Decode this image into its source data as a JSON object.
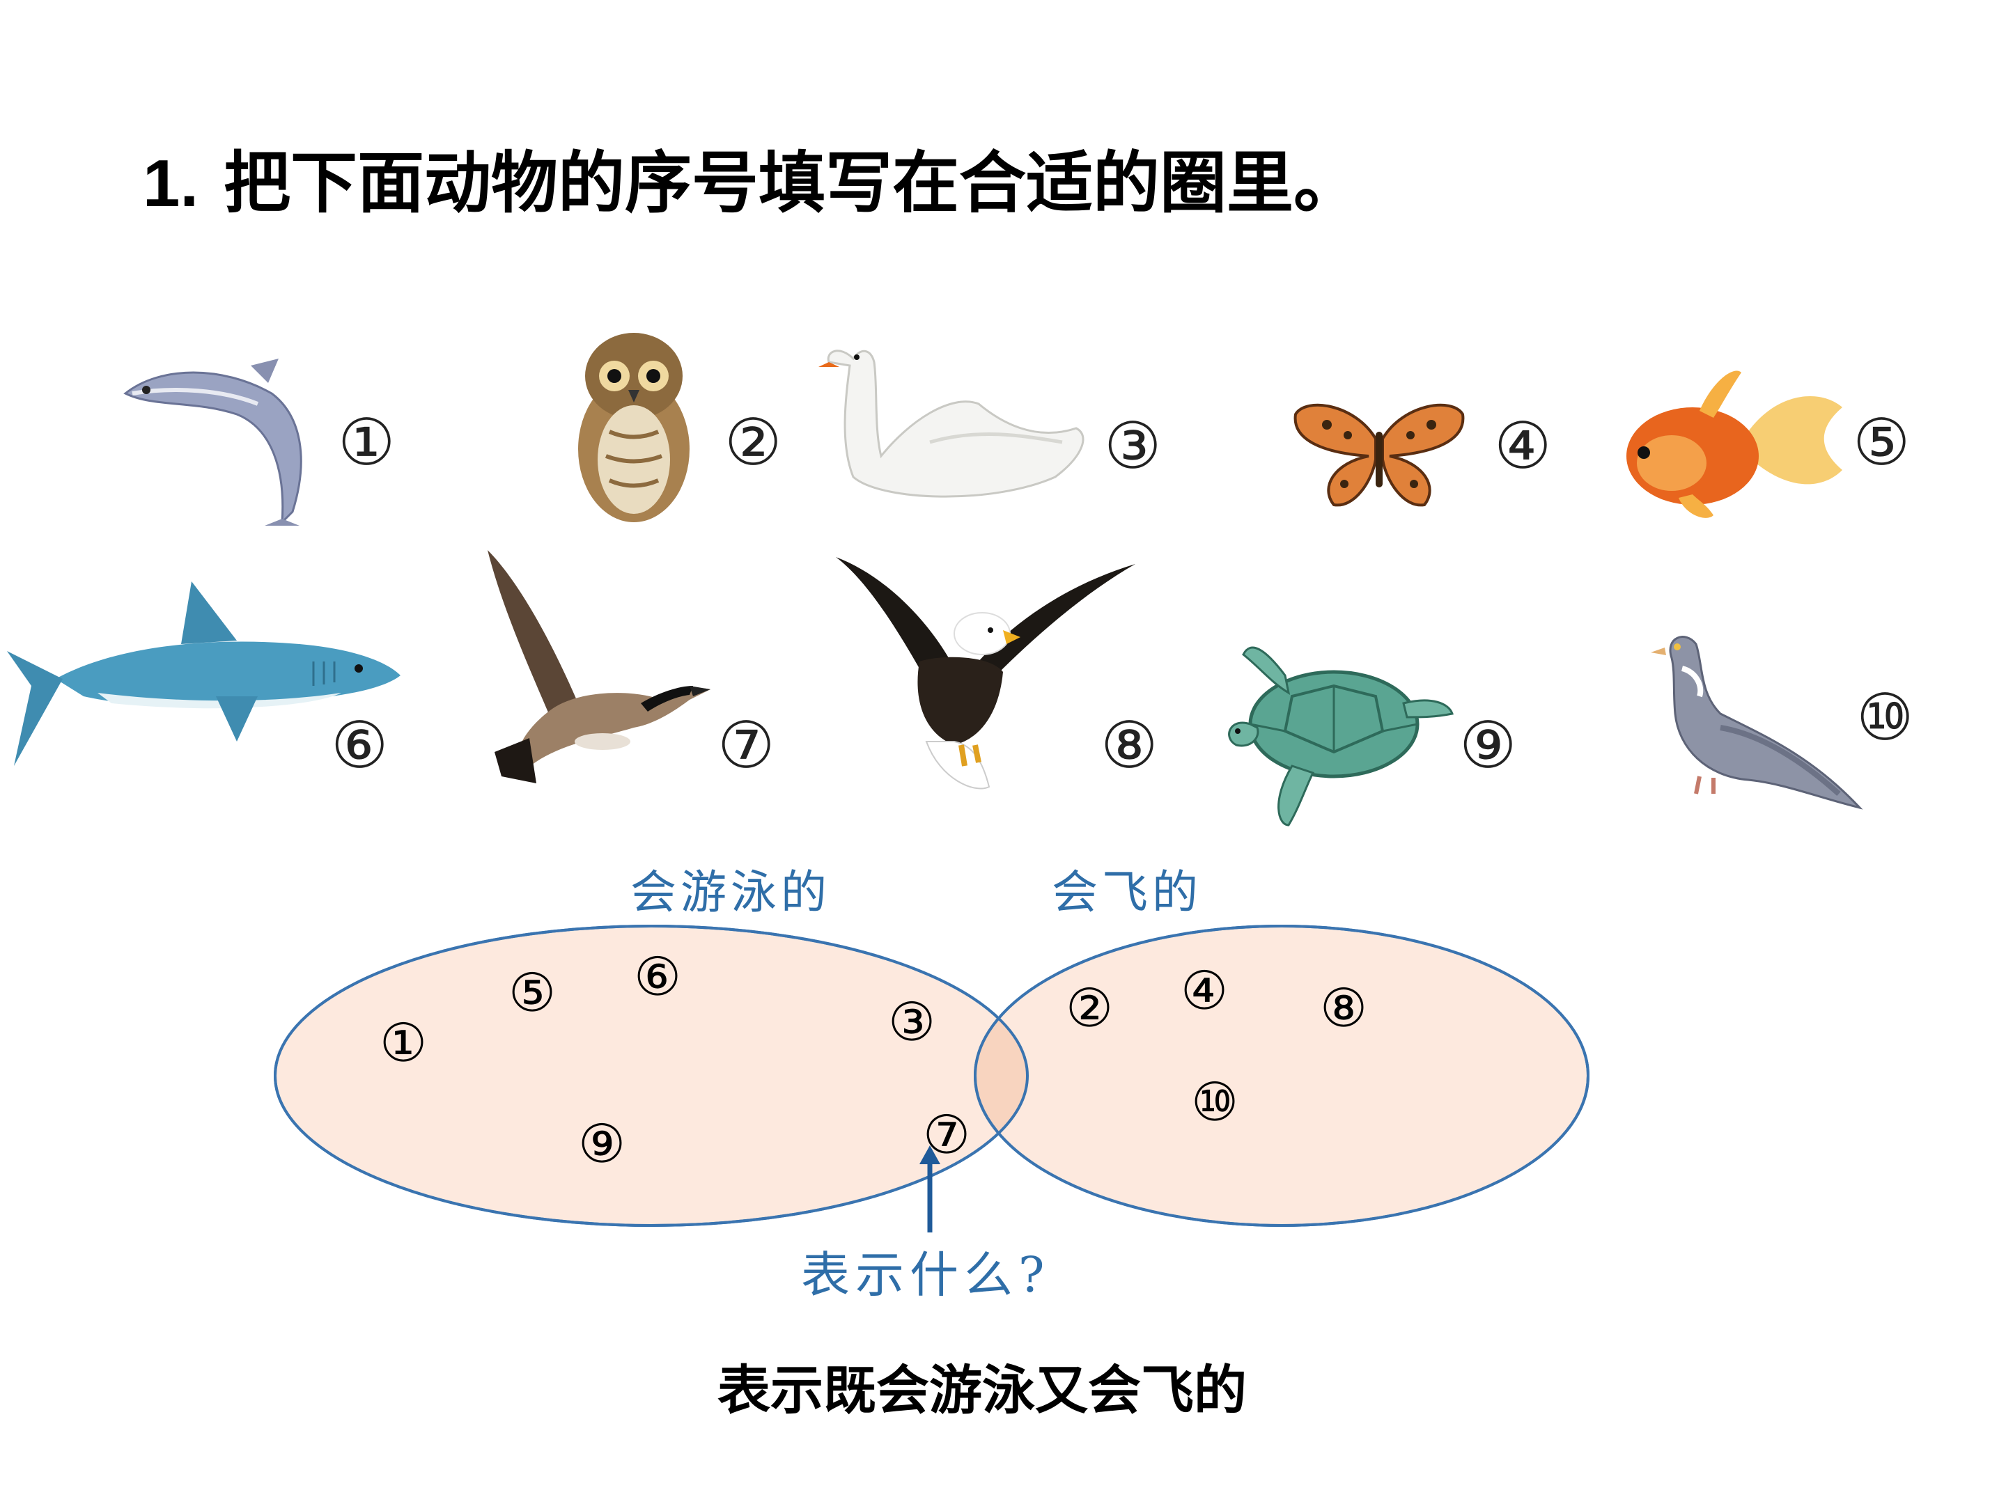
{
  "title": {
    "number": "1.",
    "text": "把下面动物的序号填写在合适的圈里。"
  },
  "animals": [
    {
      "num": "①",
      "icon": "fish-icon"
    },
    {
      "num": "②",
      "icon": "owl-icon"
    },
    {
      "num": "③",
      "icon": "swan-icon"
    },
    {
      "num": "④",
      "icon": "butterfly-icon"
    },
    {
      "num": "⑤",
      "icon": "goldfish-icon"
    },
    {
      "num": "⑥",
      "icon": "shark-icon"
    },
    {
      "num": "⑦",
      "icon": "goose-icon"
    },
    {
      "num": "⑧",
      "icon": "eagle-icon"
    },
    {
      "num": "⑨",
      "icon": "turtle-icon"
    },
    {
      "num": "⑩",
      "icon": "pigeon-icon"
    }
  ],
  "venn": {
    "left_label": "会游泳的",
    "right_label": "会飞的",
    "left_only": [
      "①",
      "⑤",
      "⑥",
      "⑨"
    ],
    "both": [
      "③",
      "⑦"
    ],
    "right_only": [
      "②",
      "④",
      "⑧",
      "⑩"
    ],
    "question": "表示什么?",
    "fill_color": "#fde9de",
    "overlap_color": "#f8d4bf",
    "stroke_color": "#3a74b0"
  },
  "answer": "表示既会游泳又会飞的"
}
